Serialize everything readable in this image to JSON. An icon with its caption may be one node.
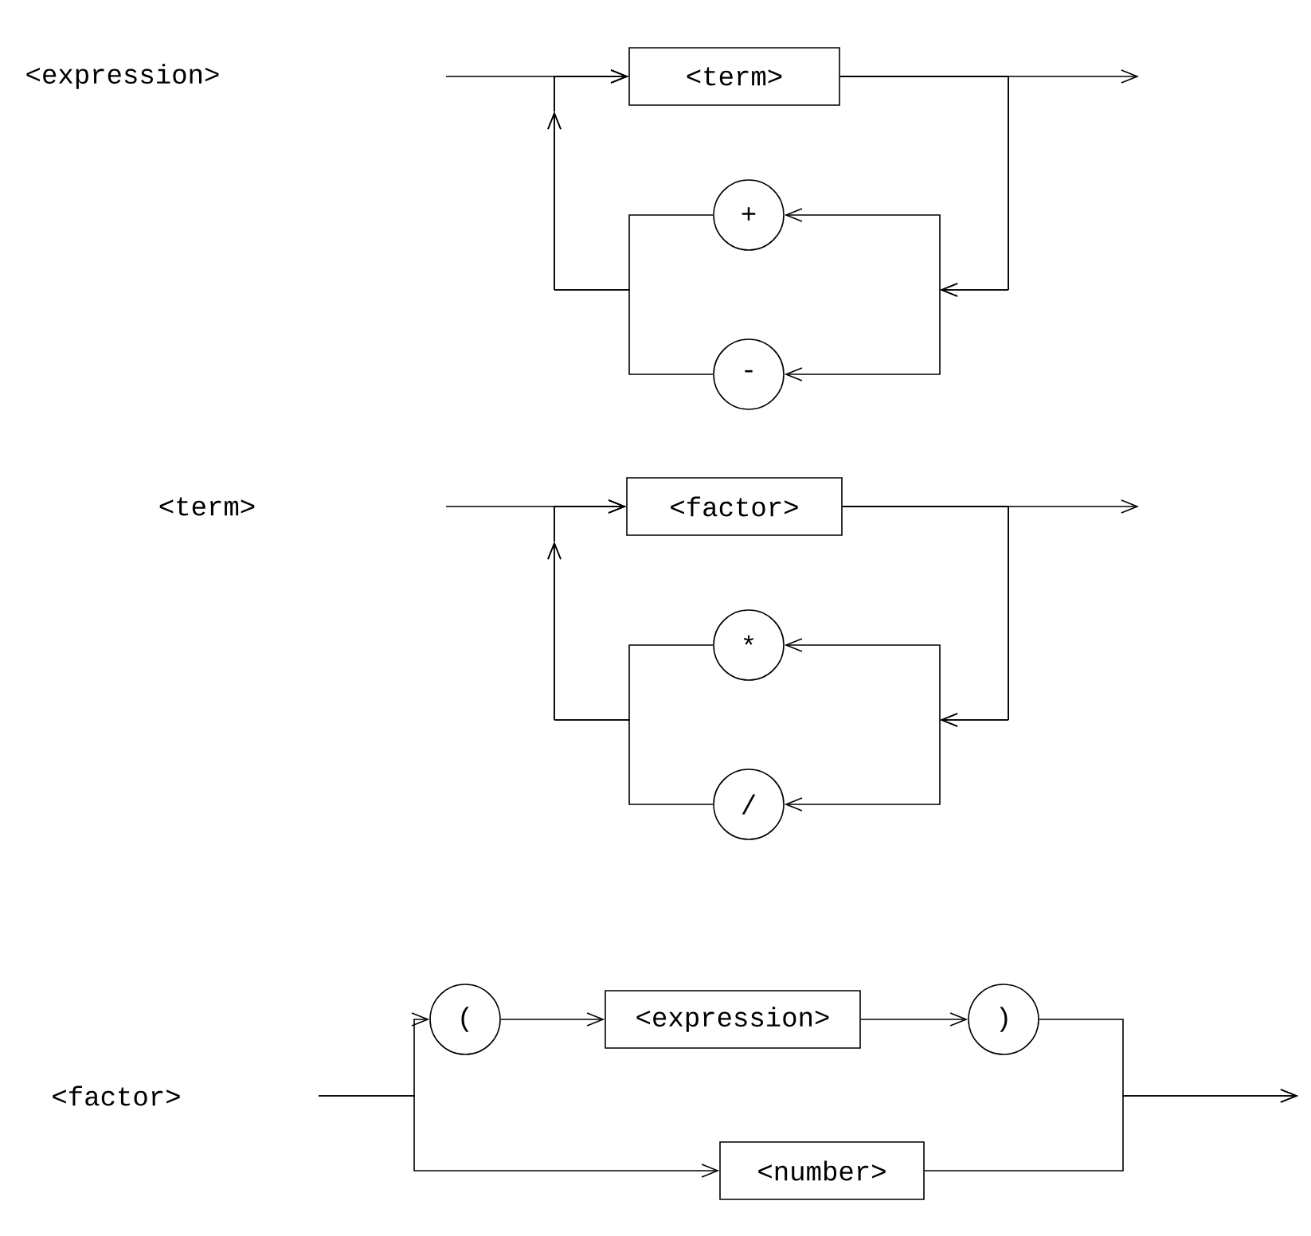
{
  "diagram": {
    "nodes": [
      {
        "text": [
          "<term>"
        ]
      },
      {
        "text": [
          "+"
        ]
      },
      {
        "text": [
          "-"
        ]
      },
      {
        "text": [
          "<factor>"
        ]
      },
      {
        "text": [
          "*"
        ]
      },
      {
        "text": [
          "/"
        ]
      },
      {
        "text": [
          "("
        ]
      },
      {
        "text": [
          "<expression>"
        ]
      },
      {
        "text": [
          ")"
        ]
      },
      {
        "text": [
          "<number>"
        ]
      }
    ],
    "edges": [
      {
        "from": null,
        "to": 0,
        "arrow": "to"
      },
      {
        "from": 0,
        "to": null,
        "arrow": "to"
      },
      {
        "from": 0,
        "to": 1,
        "arrow": "to"
      },
      {
        "from": 0,
        "to": 2,
        "arrow": "to"
      },
      {
        "from": 1,
        "to": 0,
        "arrow": "to"
      },
      {
        "from": 2,
        "to": 0,
        "arrow": "to"
      },
      {
        "from": null,
        "to": 3,
        "arrow": "to"
      },
      {
        "from": 3,
        "to": null,
        "arrow": "to"
      },
      {
        "from": 3,
        "to": 4,
        "arrow": "to"
      },
      {
        "from": 3,
        "to": 5,
        "arrow": "to"
      },
      {
        "from": 4,
        "to": 3,
        "arrow": "to"
      },
      {
        "from": 5,
        "to": 3,
        "arrow": "to"
      },
      {
        "from": null,
        "to": 6,
        "arrow": "to"
      },
      {
        "from": null,
        "to": 9,
        "arrow": "to"
      },
      {
        "from": 6,
        "to": 7,
        "arrow": "to"
      },
      {
        "from": 7,
        "to": 8,
        "arrow": "to"
      },
      {
        "from": 8,
        "to": null,
        "arrow": "to"
      },
      {
        "from": 9,
        "to": null,
        "arrow": "to"
      }
    ],
    "labels": [
      "<expression>",
      "<term>",
      "<factor>"
    ]
  }
}
